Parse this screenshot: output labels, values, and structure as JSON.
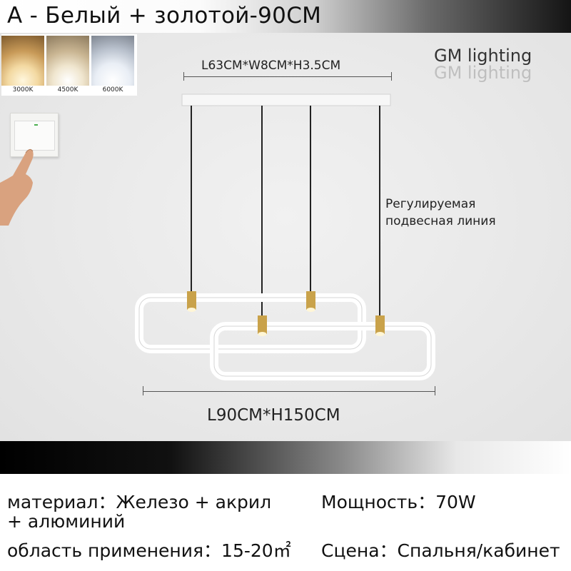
{
  "header": {
    "title": "A - Белый + золотой-90CM"
  },
  "color_temps": [
    {
      "label": "3000K"
    },
    {
      "label": "4500K"
    },
    {
      "label": "6000K"
    }
  ],
  "brand": "GM lighting",
  "dimensions": {
    "canopy": "L63CM*W8CM*H3.5CM",
    "overall": "L90CM*H150CM"
  },
  "note": {
    "line1": "Регулируемая",
    "line2": "подвесная линия"
  },
  "specs": {
    "material_line1": "материал：Железо + акрил",
    "material_line2": "+ алюминий",
    "area": "область применения：15-20㎡",
    "power": "Мощность：70W",
    "scene": "Сцена：Спальня/кабинет"
  },
  "colors": {
    "frame": "#ffffff",
    "accent": "#c9a24a",
    "wire": "#222222",
    "background": "#e8e8e8"
  }
}
